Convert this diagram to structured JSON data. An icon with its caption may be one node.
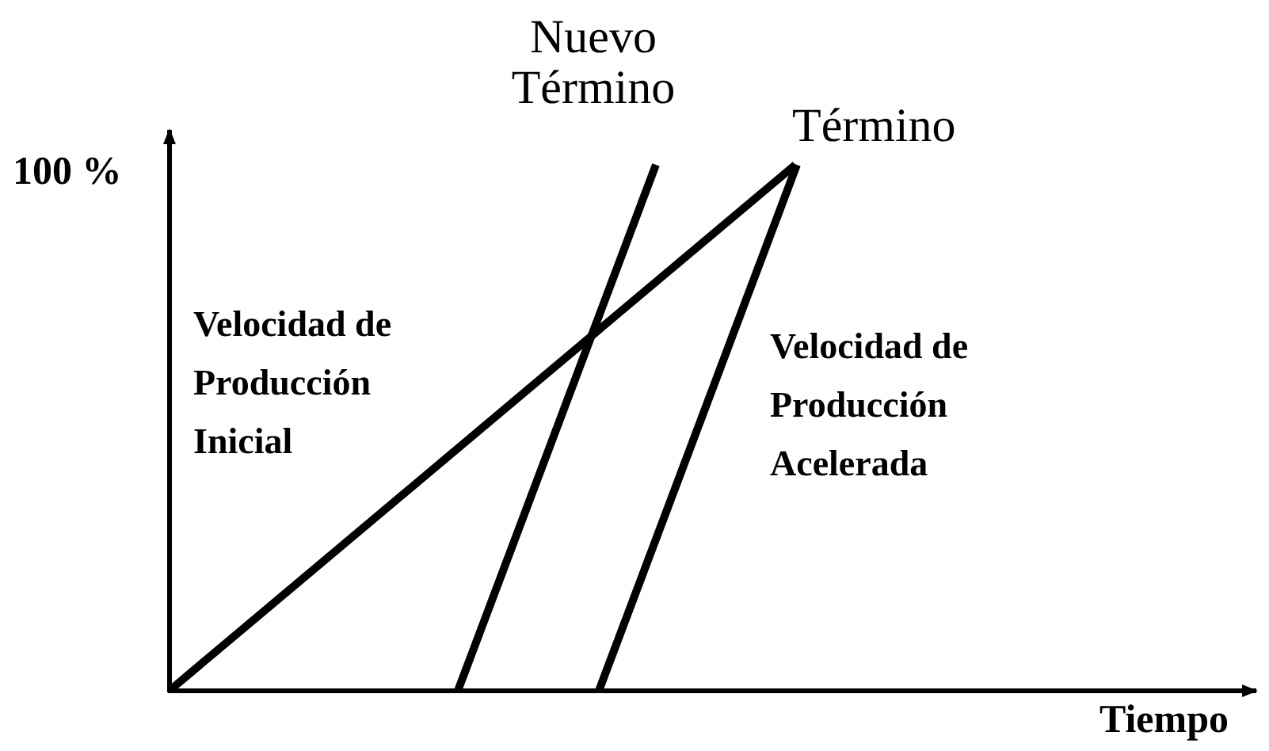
{
  "diagram": {
    "labels": [
      "Nuevo Término",
      "Término",
      "100 %",
      "Velocidad de Producción Inicial",
      "Velocidad de Producción Acelerada",
      "Tiempo"
    ]
  }
}
